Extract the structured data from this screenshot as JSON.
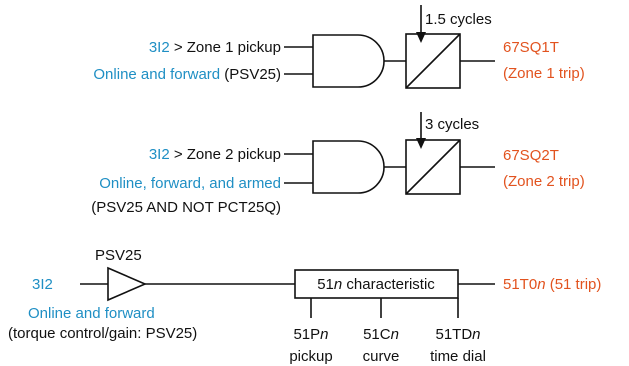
{
  "zone1": {
    "input1_signal": "3I2",
    "input1_text": " > Zone 1 pickup",
    "input2_signal": "Online and forward",
    "input2_text": " (PSV25)",
    "timer": "1.5 cycles",
    "output_name": "67SQ1T",
    "output_desc": "(Zone 1 trip)"
  },
  "zone2": {
    "input1_signal": "3I2",
    "input1_text": " > Zone 2 pickup",
    "input2_signal": "Online, forward, and armed",
    "input2_line2": "(PSV25 AND NOT PCT25Q)",
    "timer": "3 cycles",
    "output_name": "67SQ2T",
    "output_desc": "(Zone 2 trip)"
  },
  "inverse": {
    "input_signal": "3I2",
    "amp_label": "PSV25",
    "supervision_signal": "Online and forward",
    "supervision_note": "(torque control/gain: PSV25)",
    "characteristic_prefix": "51",
    "characteristic_var": "n",
    "characteristic_suffix": " characteristic",
    "output_prefix": "51T0",
    "output_var": "n",
    "output_suffix": " (51 trip)",
    "settings": [
      {
        "prefix": "51P",
        "var": "n",
        "desc": "pickup"
      },
      {
        "prefix": "51C",
        "var": "n",
        "desc": "curve"
      },
      {
        "prefix": "51TD",
        "var": "n",
        "desc": "time dial"
      }
    ]
  },
  "colors": {
    "signal_blue": "#1f8fc4",
    "output_orange": "#e2531f",
    "line_black": "#111111"
  }
}
